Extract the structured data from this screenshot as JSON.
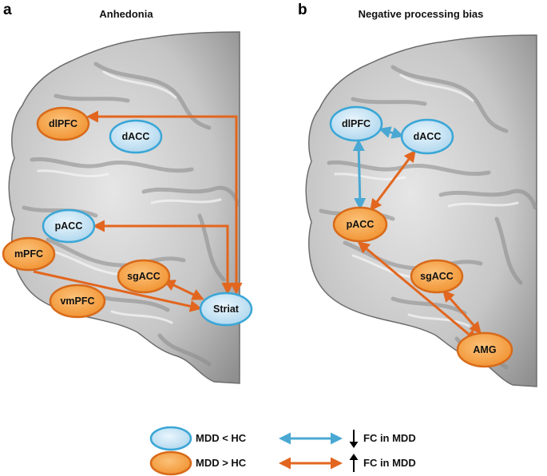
{
  "panels": [
    {
      "letter": "a",
      "title": "Anhedonia",
      "nodes": [
        {
          "id": "a-dlpfc",
          "label": "dlPFC",
          "group": "increase"
        },
        {
          "id": "a-dacc",
          "label": "dACC",
          "group": "decrease"
        },
        {
          "id": "a-pacc",
          "label": "pACC",
          "group": "decrease"
        },
        {
          "id": "a-mpfc",
          "label": "mPFC",
          "group": "increase"
        },
        {
          "id": "a-sgacc",
          "label": "sgACC",
          "group": "increase"
        },
        {
          "id": "a-vmpfc",
          "label": "vmPFC",
          "group": "increase"
        },
        {
          "id": "a-striat",
          "label": "Striat",
          "group": "decrease"
        }
      ],
      "connections": [
        {
          "from": "dlPFC",
          "to": "Striat",
          "fc": "increase"
        },
        {
          "from": "pACC",
          "to": "Striat",
          "fc": "increase"
        },
        {
          "from": "mPFC",
          "to": "Striat",
          "fc": "increase"
        },
        {
          "from": "sgACC",
          "to": "Striat",
          "fc": "increase"
        }
      ]
    },
    {
      "letter": "b",
      "title": "Negative processing bias",
      "nodes": [
        {
          "id": "b-dlpfc",
          "label": "dlPFC",
          "group": "decrease"
        },
        {
          "id": "b-dacc",
          "label": "dACC",
          "group": "decrease"
        },
        {
          "id": "b-pacc",
          "label": "pACC",
          "group": "increase"
        },
        {
          "id": "b-sgacc",
          "label": "sgACC",
          "group": "increase"
        },
        {
          "id": "b-amg",
          "label": "AMG",
          "group": "increase"
        }
      ],
      "connections": [
        {
          "from": "dlPFC",
          "to": "dACC",
          "fc": "decrease"
        },
        {
          "from": "dlPFC",
          "to": "pACC",
          "fc": "decrease"
        },
        {
          "from": "dACC",
          "to": "pACC",
          "fc": "increase"
        },
        {
          "from": "pACC",
          "to": "AMG",
          "fc": "increase"
        },
        {
          "from": "sgACC",
          "to": "AMG",
          "fc": "increase"
        }
      ]
    }
  ],
  "legend": {
    "node_decrease": "MDD < HC",
    "node_increase": "MDD > HC",
    "fc_decrease": "FC in MDD",
    "fc_increase": "FC in MDD"
  },
  "colors": {
    "blue_fill": "#b9dcf0",
    "blue_stroke": "#3aa6d6",
    "orange_fill": "#f6a23d",
    "orange_stroke": "#d86a1a",
    "orange_arrow": "#e2661f",
    "blue_arrow": "#4aa8d3",
    "brain_base": "#c4c4c4"
  }
}
